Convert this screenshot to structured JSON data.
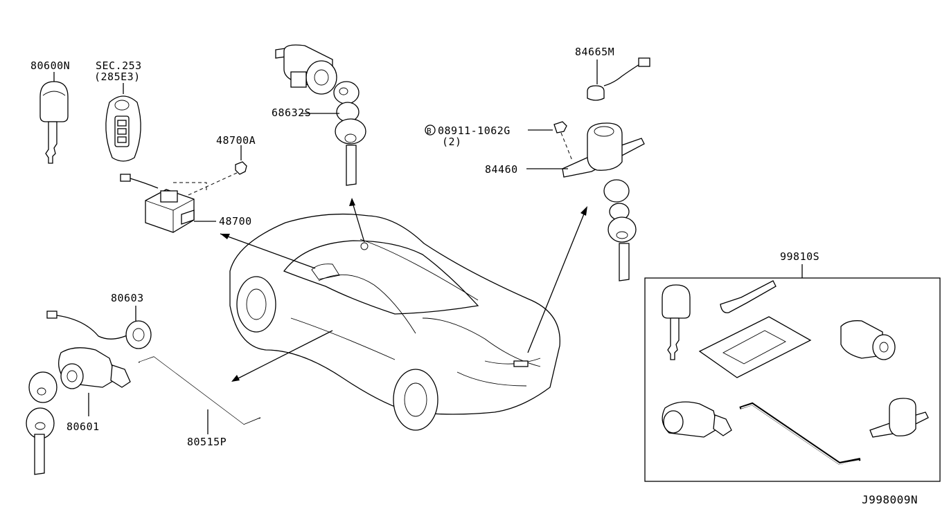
{
  "parts": {
    "key_blank": "80600N",
    "sec_ref": "SEC.253",
    "sec_ref_sub": "(285E3)",
    "screw": "48700A",
    "module": "48700",
    "trunk_cyl": "68632S",
    "antenna": "84665M",
    "bolt": "08911-1062G",
    "bolt_qty": "(2)",
    "bolt_prefix": "B",
    "ignition": "84460",
    "door_ring": "80603",
    "door_cyl": "80601",
    "rod": "80515P",
    "kit": "99810S"
  },
  "diagram_id": "J998009N"
}
